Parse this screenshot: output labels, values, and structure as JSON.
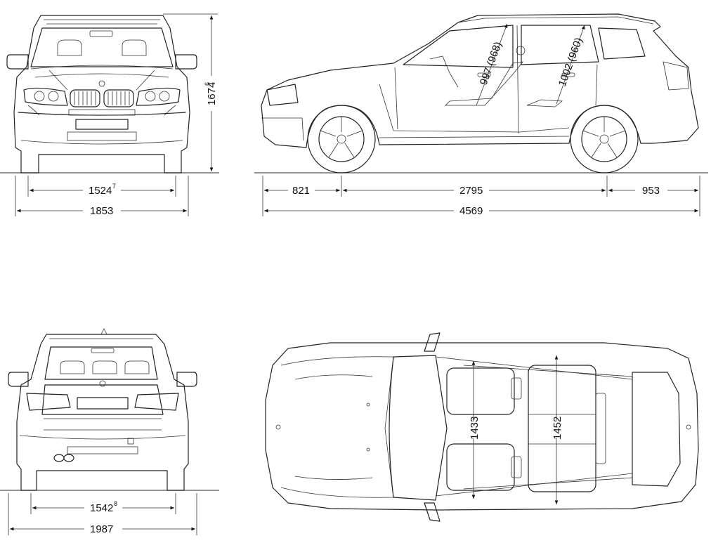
{
  "views": {
    "front": {
      "track": "1524",
      "track_sup": "7",
      "width": "1853",
      "height": "1674",
      "height_sup": "6"
    },
    "side": {
      "front_overhang": "821",
      "wheelbase": "2795",
      "rear_overhang": "953",
      "length": "4569",
      "front_headroom": "997 (968)",
      "rear_headroom": "1002 (960)"
    },
    "rear": {
      "track": "1542",
      "track_sup": "8",
      "width": "1987"
    },
    "top": {
      "front_shoulder": "1433",
      "rear_shoulder": "1452"
    }
  },
  "icons": [
    "bmw-roundel-icon"
  ]
}
